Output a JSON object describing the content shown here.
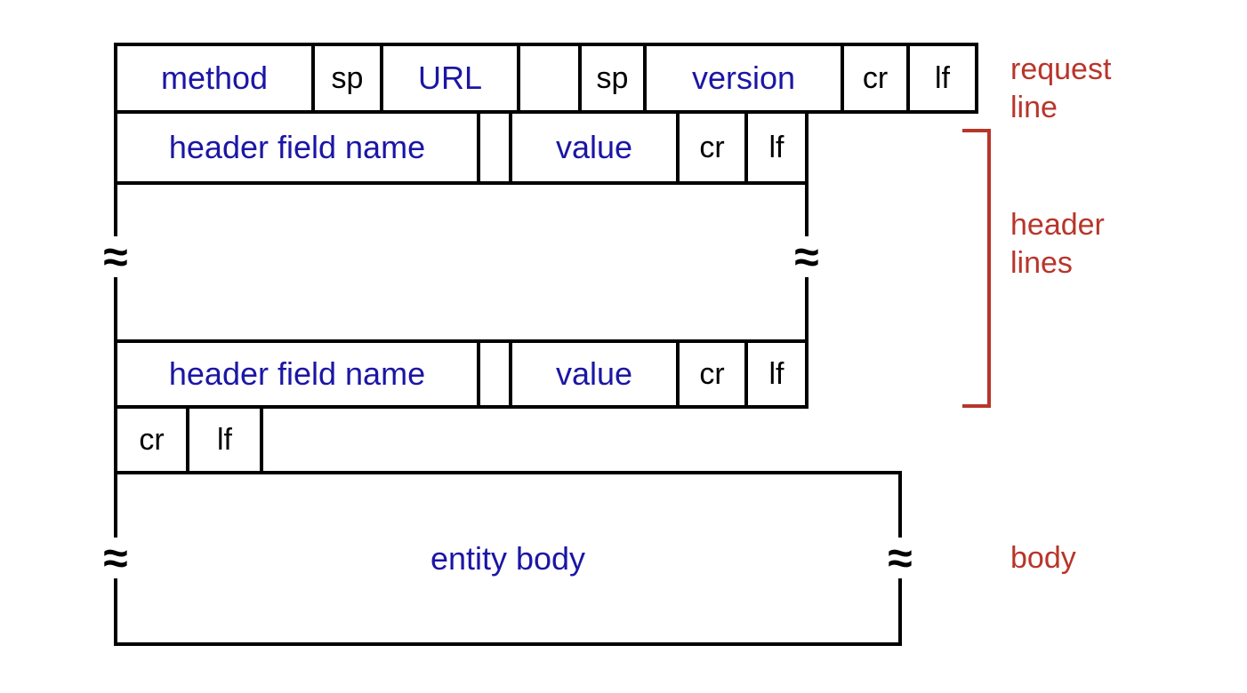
{
  "colors": {
    "field_text_blue": "#1b16a5",
    "control_text_black": "#000000",
    "annotation_red": "#b8352a",
    "box_border": "#000000",
    "background": "#ffffff"
  },
  "squiggle_glyph": "≈",
  "request_line": {
    "annotation": "request\nline",
    "cells": [
      {
        "label": "method"
      },
      {
        "label": "sp"
      },
      {
        "label": "URL"
      },
      {
        "label": ""
      },
      {
        "label": "sp"
      },
      {
        "label": "version"
      },
      {
        "label": "cr"
      },
      {
        "label": "lf"
      }
    ]
  },
  "header_line_top": {
    "cells": [
      {
        "label": "header field name"
      },
      {
        "label": ""
      },
      {
        "label": "value"
      },
      {
        "label": "cr"
      },
      {
        "label": "lf"
      }
    ]
  },
  "header_line_bottom": {
    "cells": [
      {
        "label": "header field name"
      },
      {
        "label": ""
      },
      {
        "label": "value"
      },
      {
        "label": "cr"
      },
      {
        "label": "lf"
      }
    ]
  },
  "headers_annotation": "header\nlines",
  "blank_line": {
    "cells": [
      {
        "label": "cr"
      },
      {
        "label": "lf"
      }
    ]
  },
  "body": {
    "label": "entity body",
    "annotation": "body"
  }
}
